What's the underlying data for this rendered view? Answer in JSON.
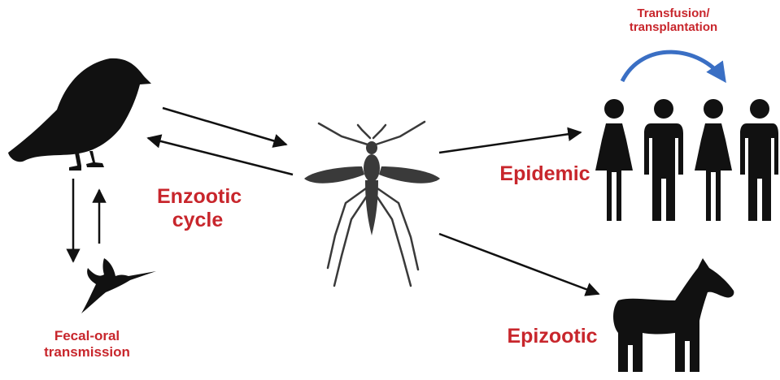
{
  "labels": {
    "enzootic_line1": "Enzootic",
    "enzootic_line2": "cycle",
    "epidemic": "Epidemic",
    "epizootic": "Epizootic",
    "fecal_line1": "Fecal-oral",
    "fecal_line2": "transmission",
    "transfusion_line1": "Transfusion/",
    "transfusion_line2": "transplantation"
  },
  "icons": [
    "bird-icon",
    "hummingbird-icon",
    "mosquito-icon",
    "people-group-icon",
    "horse-icon"
  ],
  "colors": {
    "label_red": "#c8262c",
    "icon_black": "#111111",
    "mosquito_gray": "#3a3a3a",
    "curved_arrow_blue": "#3a6fc4"
  }
}
